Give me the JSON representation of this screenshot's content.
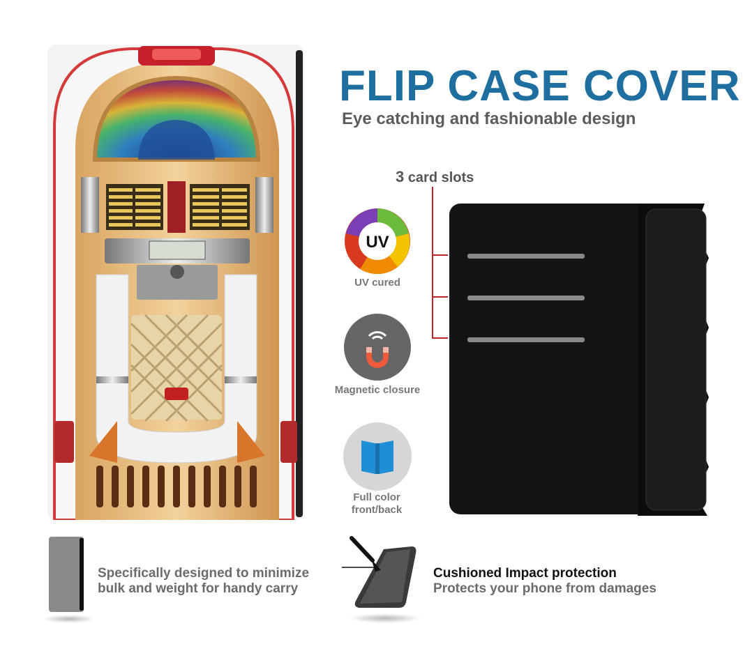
{
  "header": {
    "title": "FLIP CASE COVER",
    "subtitle": "Eye catching and fashionable design"
  },
  "card_slots": {
    "count": "3",
    "label": "card slots"
  },
  "features": [
    {
      "icon": "uv-color-wheel-icon",
      "badge": "UV",
      "label": "UV cured"
    },
    {
      "icon": "magnet-icon",
      "label": "Magnetic closure"
    },
    {
      "icon": "open-book-icon",
      "label_line1": "Full color",
      "label_line2": "front/back"
    }
  ],
  "bottom": {
    "slim_line1": "Specifically designed to minimize",
    "slim_line2": "bulk and weight for handy carry",
    "impact_title": "Cushioned Impact protection",
    "impact_desc": "Protects your phone from damages"
  },
  "colors": {
    "title_blue": "#1e6fa0",
    "accent_red": "#c0202a",
    "uv_purple": "#7b3fb5",
    "uv_green": "#6dbb3a",
    "uv_yellow": "#f5c400",
    "uv_orange": "#f08a00",
    "uv_red": "#d93a1f",
    "magnet_bg": "#666666",
    "book_blue": "#1e8fd6",
    "case_black": "#141414"
  }
}
